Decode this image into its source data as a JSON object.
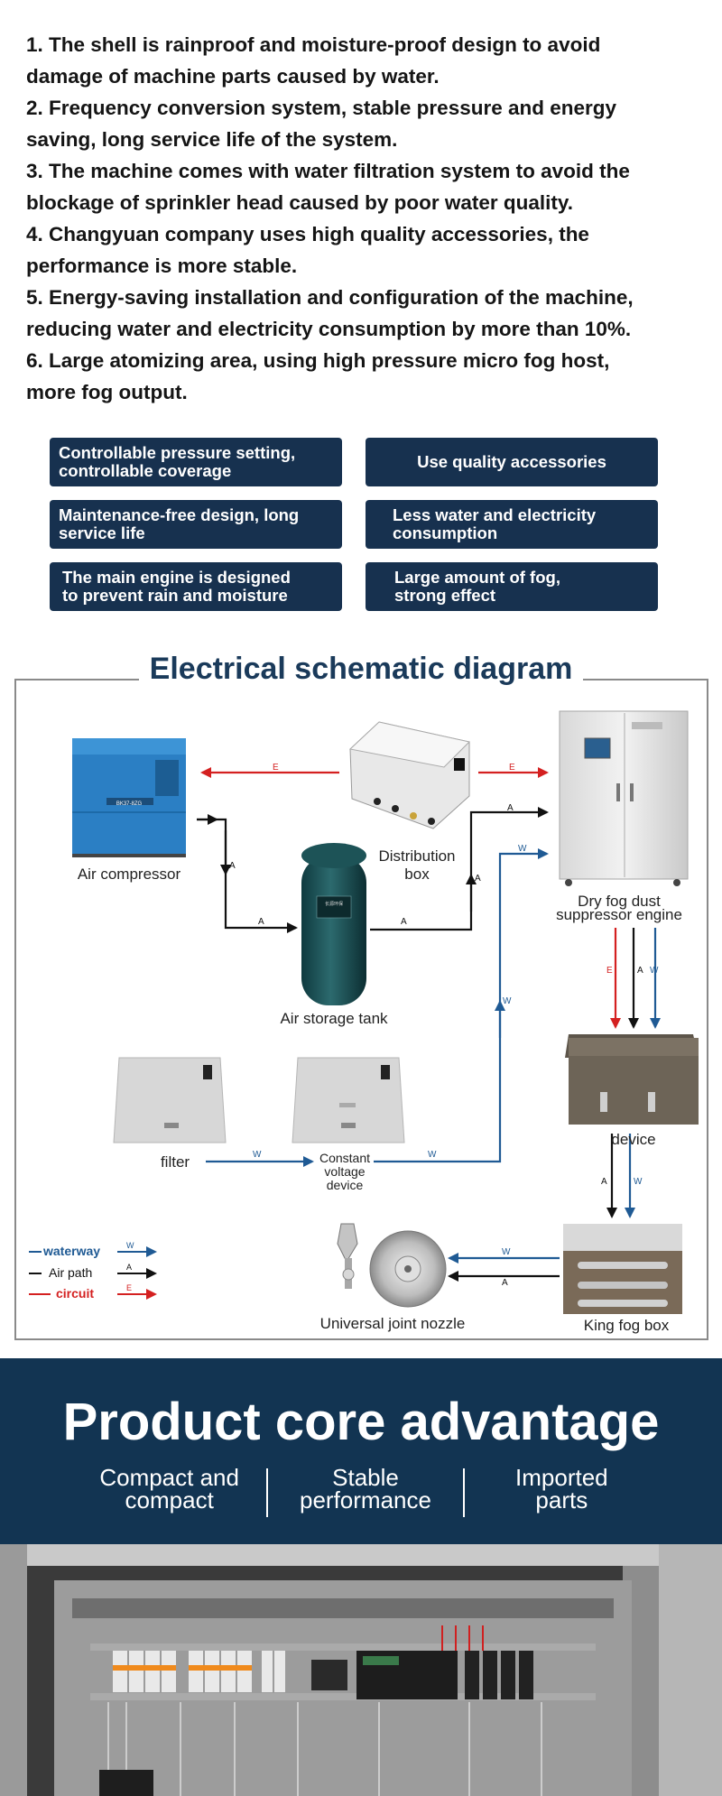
{
  "features": [
    "1. The shell is rainproof and moisture-proof design to avoid",
    "damage of machine parts caused by water.",
    "2. Frequency conversion system, stable pressure and energy",
    "saving, long service life of the system.",
    "3. The machine comes with water filtration system to avoid the",
    "blockage of sprinkler head caused by poor water quality.",
    "4. Changyuan company uses high quality accessories, the",
    "performance is more stable.",
    "5. Energy-saving installation and configuration of the machine,",
    "reducing water and electricity consumption by more than 10%.",
    "6. Large atomizing area, using high pressure micro fog host,",
    "more fog output."
  ],
  "badges": [
    {
      "line1": "Controllable pressure setting,",
      "line2": "controllable coverage"
    },
    {
      "line1": "Use quality accessories",
      "line2": ""
    },
    {
      "line1": "Maintenance-free design, long",
      "line2": "service life"
    },
    {
      "line1": "Less water and electricity",
      "line2": "consumption"
    },
    {
      "line1": "The main engine is designed",
      "line2": "to prevent rain and moisture"
    },
    {
      "line1": "Large amount of fog,",
      "line2": "strong effect"
    }
  ],
  "schematic": {
    "title": "Electrical schematic diagram",
    "labels": {
      "air_compressor": "Air compressor",
      "distribution_box_1": "Distribution",
      "distribution_box_2": "box",
      "dry_fog_1": "Dry fog dust",
      "dry_fog_2": "suppressor engine",
      "air_storage_tank": "Air storage tank",
      "filter": "filter",
      "constant_1": "Constant",
      "constant_2": "voltage",
      "constant_3": "device",
      "device": "device",
      "nozzle": "Universal joint nozzle",
      "king_fog_box": "King fog box",
      "compressor_model": "BK37-8ZG",
      "tank_brand": "长源环保"
    },
    "legend": {
      "waterway": "waterway",
      "air_path": "Air path",
      "circuit": "circuit"
    },
    "arrow_letters": {
      "electric": "E",
      "air": "A",
      "water": "W"
    },
    "colors": {
      "water": "#1f5a94",
      "air": "#111111",
      "circuit": "#d42020"
    }
  },
  "core": {
    "title": "Product core advantage",
    "items": [
      {
        "line1": "Compact and",
        "line2": "compact"
      },
      {
        "line1": "Stable",
        "line2": "performance"
      },
      {
        "line1": "Imported",
        "line2": "parts"
      }
    ]
  }
}
